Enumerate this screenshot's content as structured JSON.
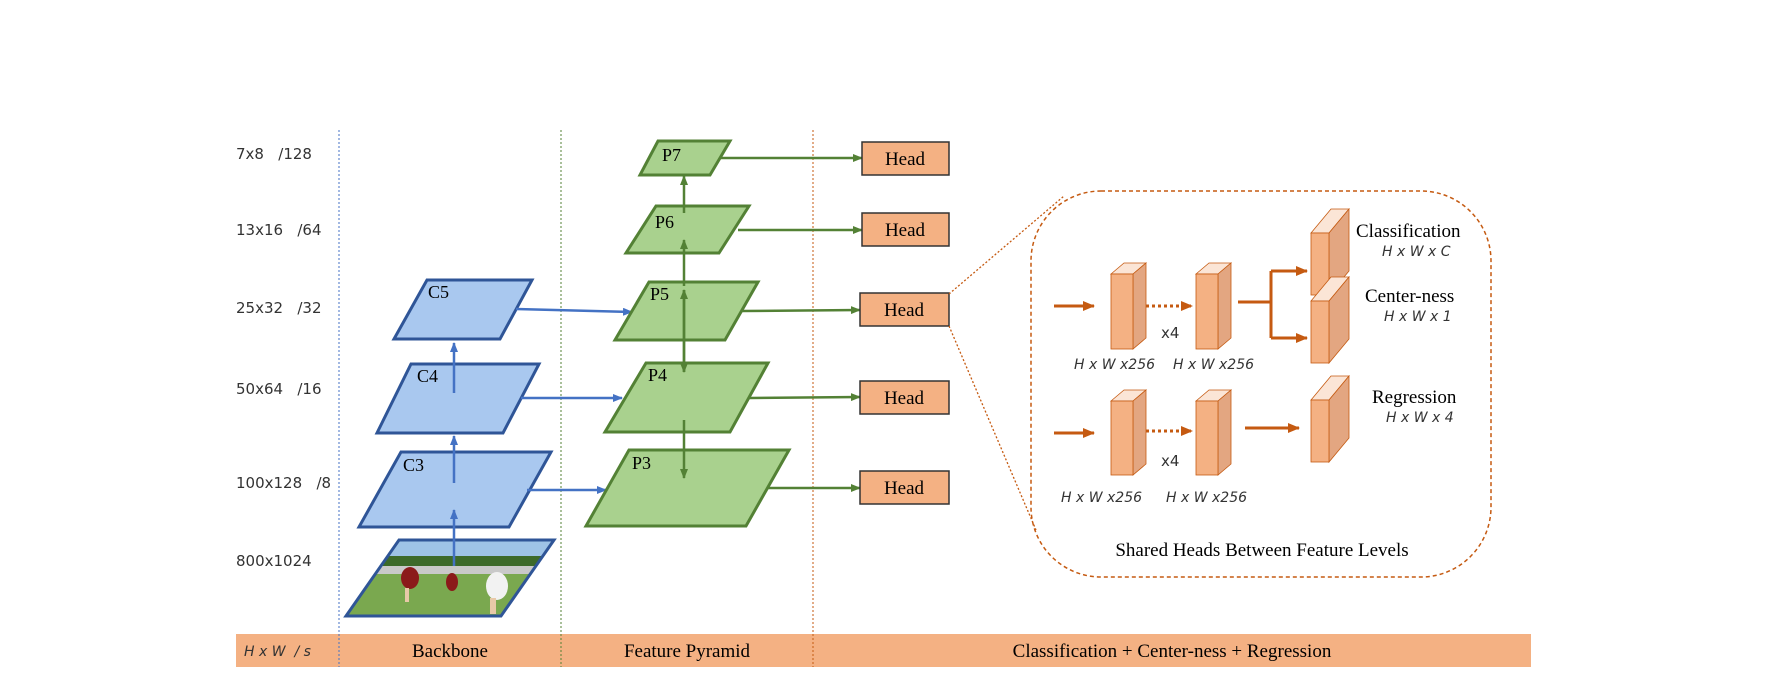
{
  "colors": {
    "backbone_fill": "#a9c8ef",
    "backbone_stroke": "#2f5597",
    "pyramid_fill": "#a9d18e",
    "pyramid_stroke": "#538135",
    "head_fill": "#f4b183",
    "bar_fill": "#f4b183",
    "arrow_orange": "#c55a11",
    "blue_arrow": "#4472c4"
  },
  "levels": [
    {
      "label": "7x8   /128"
    },
    {
      "label": "13x16   /64"
    },
    {
      "label": "25x32   /32"
    },
    {
      "label": "50x64   /16"
    },
    {
      "label": "100x128   /8"
    },
    {
      "label": "800x1024"
    }
  ],
  "backbone": {
    "c5": "C5",
    "c4": "C4",
    "c3": "C3"
  },
  "pyramid": {
    "p7": "P7",
    "p6": "P6",
    "p5": "P5",
    "p4": "P4",
    "p3": "P3"
  },
  "heads": [
    "Head",
    "Head",
    "Head",
    "Head",
    "Head"
  ],
  "detail": {
    "classification": "Classification",
    "classification_dim": "H x W x C",
    "centerness": "Center-ness",
    "centerness_dim": "H x W x 1",
    "regression": "Regression",
    "regression_dim": "H x W x 4",
    "dim_256": "H x W x256",
    "x4": "x4",
    "caption": "Shared Heads Between Feature Levels"
  },
  "bar": {
    "hws": "H x W  / s",
    "backbone": "Backbone",
    "feature_pyramid": "Feature Pyramid",
    "heads": "Classification + Center-ness + Regression"
  },
  "icons": {
    "input_image": "photo-icon"
  }
}
